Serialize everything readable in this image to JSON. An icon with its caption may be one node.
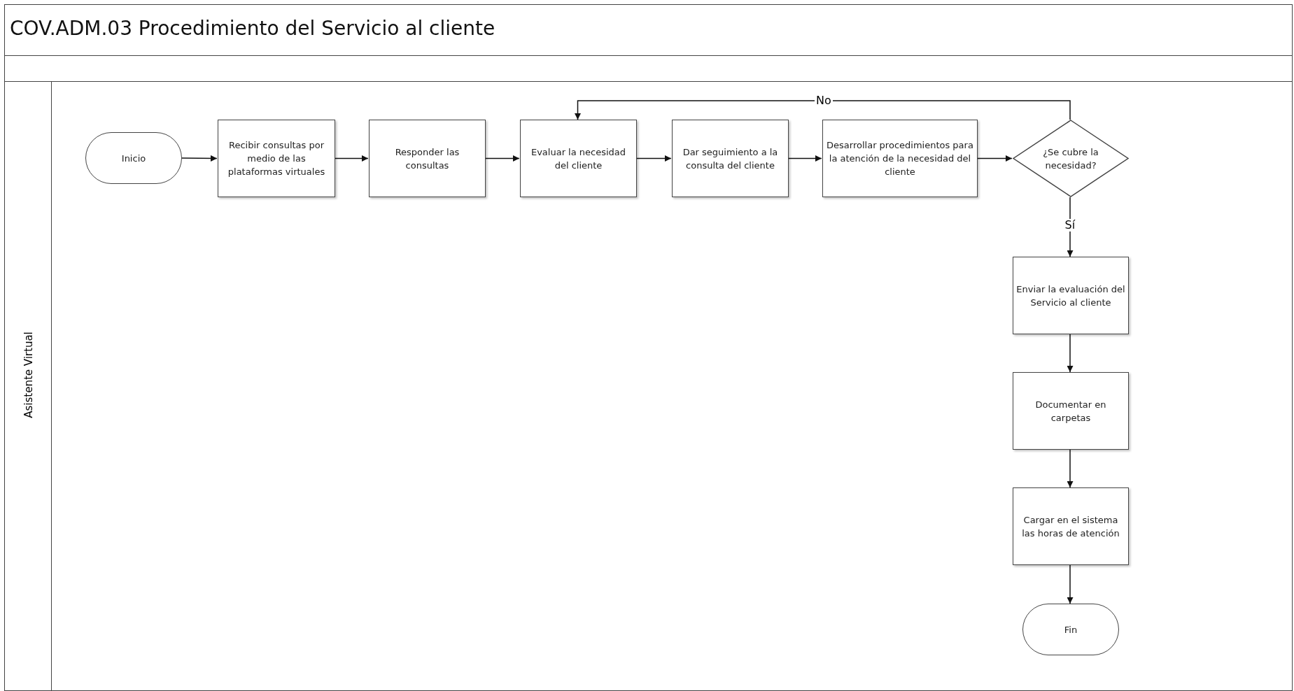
{
  "diagram": {
    "title": "COV.ADM.03 Procedimiento del Servicio al cliente",
    "nodes": [
      {
        "text": [
          "Asistente Virtual"
        ]
      },
      {
        "text": [
          "Inicio"
        ],
        "in": 0
      },
      {
        "text": [
          "Recibir consultas por medio de las plataformas virtuales"
        ],
        "in": 0
      },
      {
        "text": [
          "Responder las consultas"
        ],
        "in": 0
      },
      {
        "text": [
          "Evaluar la necesidad del cliente"
        ],
        "in": 0
      },
      {
        "text": [
          "Dar seguimiento a la consulta del cliente"
        ],
        "in": 0
      },
      {
        "text": [
          "Desarrollar procedimientos para la atención de la necesidad del cliente"
        ],
        "in": 0
      },
      {
        "text": [
          "¿Se cubre la necesidad?"
        ],
        "in": 0
      },
      {
        "text": [
          "Enviar la evaluación del Servicio al cliente"
        ],
        "in": 0
      },
      {
        "text": [
          "Documentar en carpetas"
        ],
        "in": 0
      },
      {
        "text": [
          "Cargar en el sistema las horas de atención"
        ],
        "in": 0
      },
      {
        "text": [
          "Fin"
        ],
        "in": 0
      }
    ],
    "edges": [
      {
        "from": 1,
        "to": 2,
        "arrow": "to"
      },
      {
        "from": 2,
        "to": 3,
        "arrow": "to"
      },
      {
        "from": 3,
        "to": 4,
        "arrow": "to"
      },
      {
        "from": 4,
        "to": 5,
        "arrow": "to"
      },
      {
        "from": 5,
        "to": 6,
        "arrow": "to"
      },
      {
        "from": 6,
        "to": 7,
        "arrow": "to"
      },
      {
        "from": 7,
        "to": 4,
        "arrow": "to",
        "label": "No"
      },
      {
        "from": 7,
        "to": 8,
        "arrow": "to",
        "label": "Sí"
      },
      {
        "from": 8,
        "to": 9,
        "arrow": "to"
      },
      {
        "from": 9,
        "to": 10,
        "arrow": "to"
      },
      {
        "from": 10,
        "to": 11,
        "arrow": "to"
      }
    ]
  }
}
